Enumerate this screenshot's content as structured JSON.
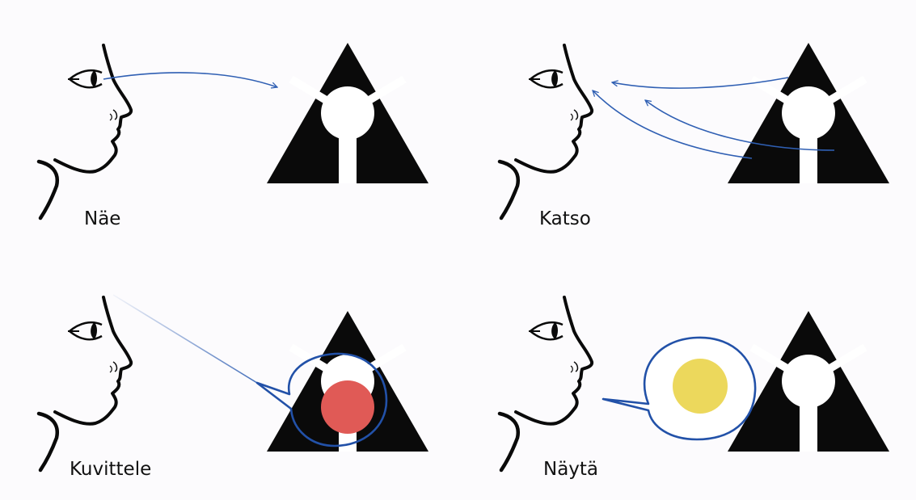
{
  "panels": [
    {
      "id": "see",
      "label": "Näe"
    },
    {
      "id": "look",
      "label": "Katso"
    },
    {
      "id": "imagine",
      "label": "Kuvittele"
    },
    {
      "id": "show",
      "label": "Näytä"
    }
  ],
  "colors": {
    "background": "#fcfbfd",
    "ink": "#0a0a0a",
    "arrow": "#2f5fb3",
    "imagined_fill": "#e05a56",
    "shown_fill": "#ecd85c"
  }
}
